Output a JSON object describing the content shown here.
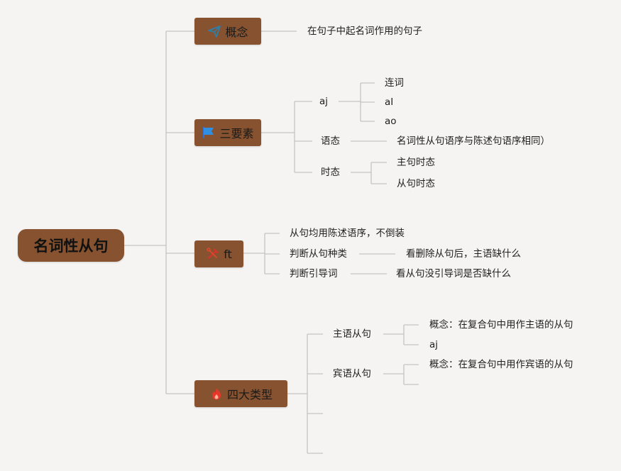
{
  "root": {
    "label": "名词性从句"
  },
  "branches": {
    "concept": {
      "label": "概念",
      "icon": "paper-plane-icon",
      "note": "在句子中起名词作用的句子"
    },
    "three_elements": {
      "label": "三要素",
      "icon": "flag-icon",
      "children": {
        "aj": {
          "label": "aj",
          "items": [
            "连词",
            "aI",
            "ao"
          ]
        },
        "voice": {
          "label": "语态",
          "note": "名词性从句语序与陈述句语序相同）"
        },
        "tense": {
          "label": "时态",
          "items": [
            "主句时态",
            "从句时态"
          ]
        }
      }
    },
    "ft": {
      "label": "ft",
      "icon": "tools-icon",
      "children": {
        "order": {
          "label": "从句均用陈述语序，不倒装"
        },
        "judge_type": {
          "label": "判断从句种类",
          "note": "看删除从句后，主语缺什么"
        },
        "judge_word": {
          "label": "判断引导词",
          "note": "看从句没引导词是否缺什么"
        }
      }
    },
    "four_types": {
      "label": "四大类型",
      "icon": "fire-icon",
      "children": {
        "subject": {
          "label": "主语从句",
          "items": [
            "概念：在复合句中用作主语的从句",
            "aj"
          ]
        },
        "object": {
          "label": "宾语从句",
          "items": [
            "概念：在复合句中用作宾语的从句"
          ]
        }
      }
    }
  },
  "colors": {
    "node_fill": "#865230",
    "line": "#c6c2bf",
    "background": "#f6f4f3"
  }
}
